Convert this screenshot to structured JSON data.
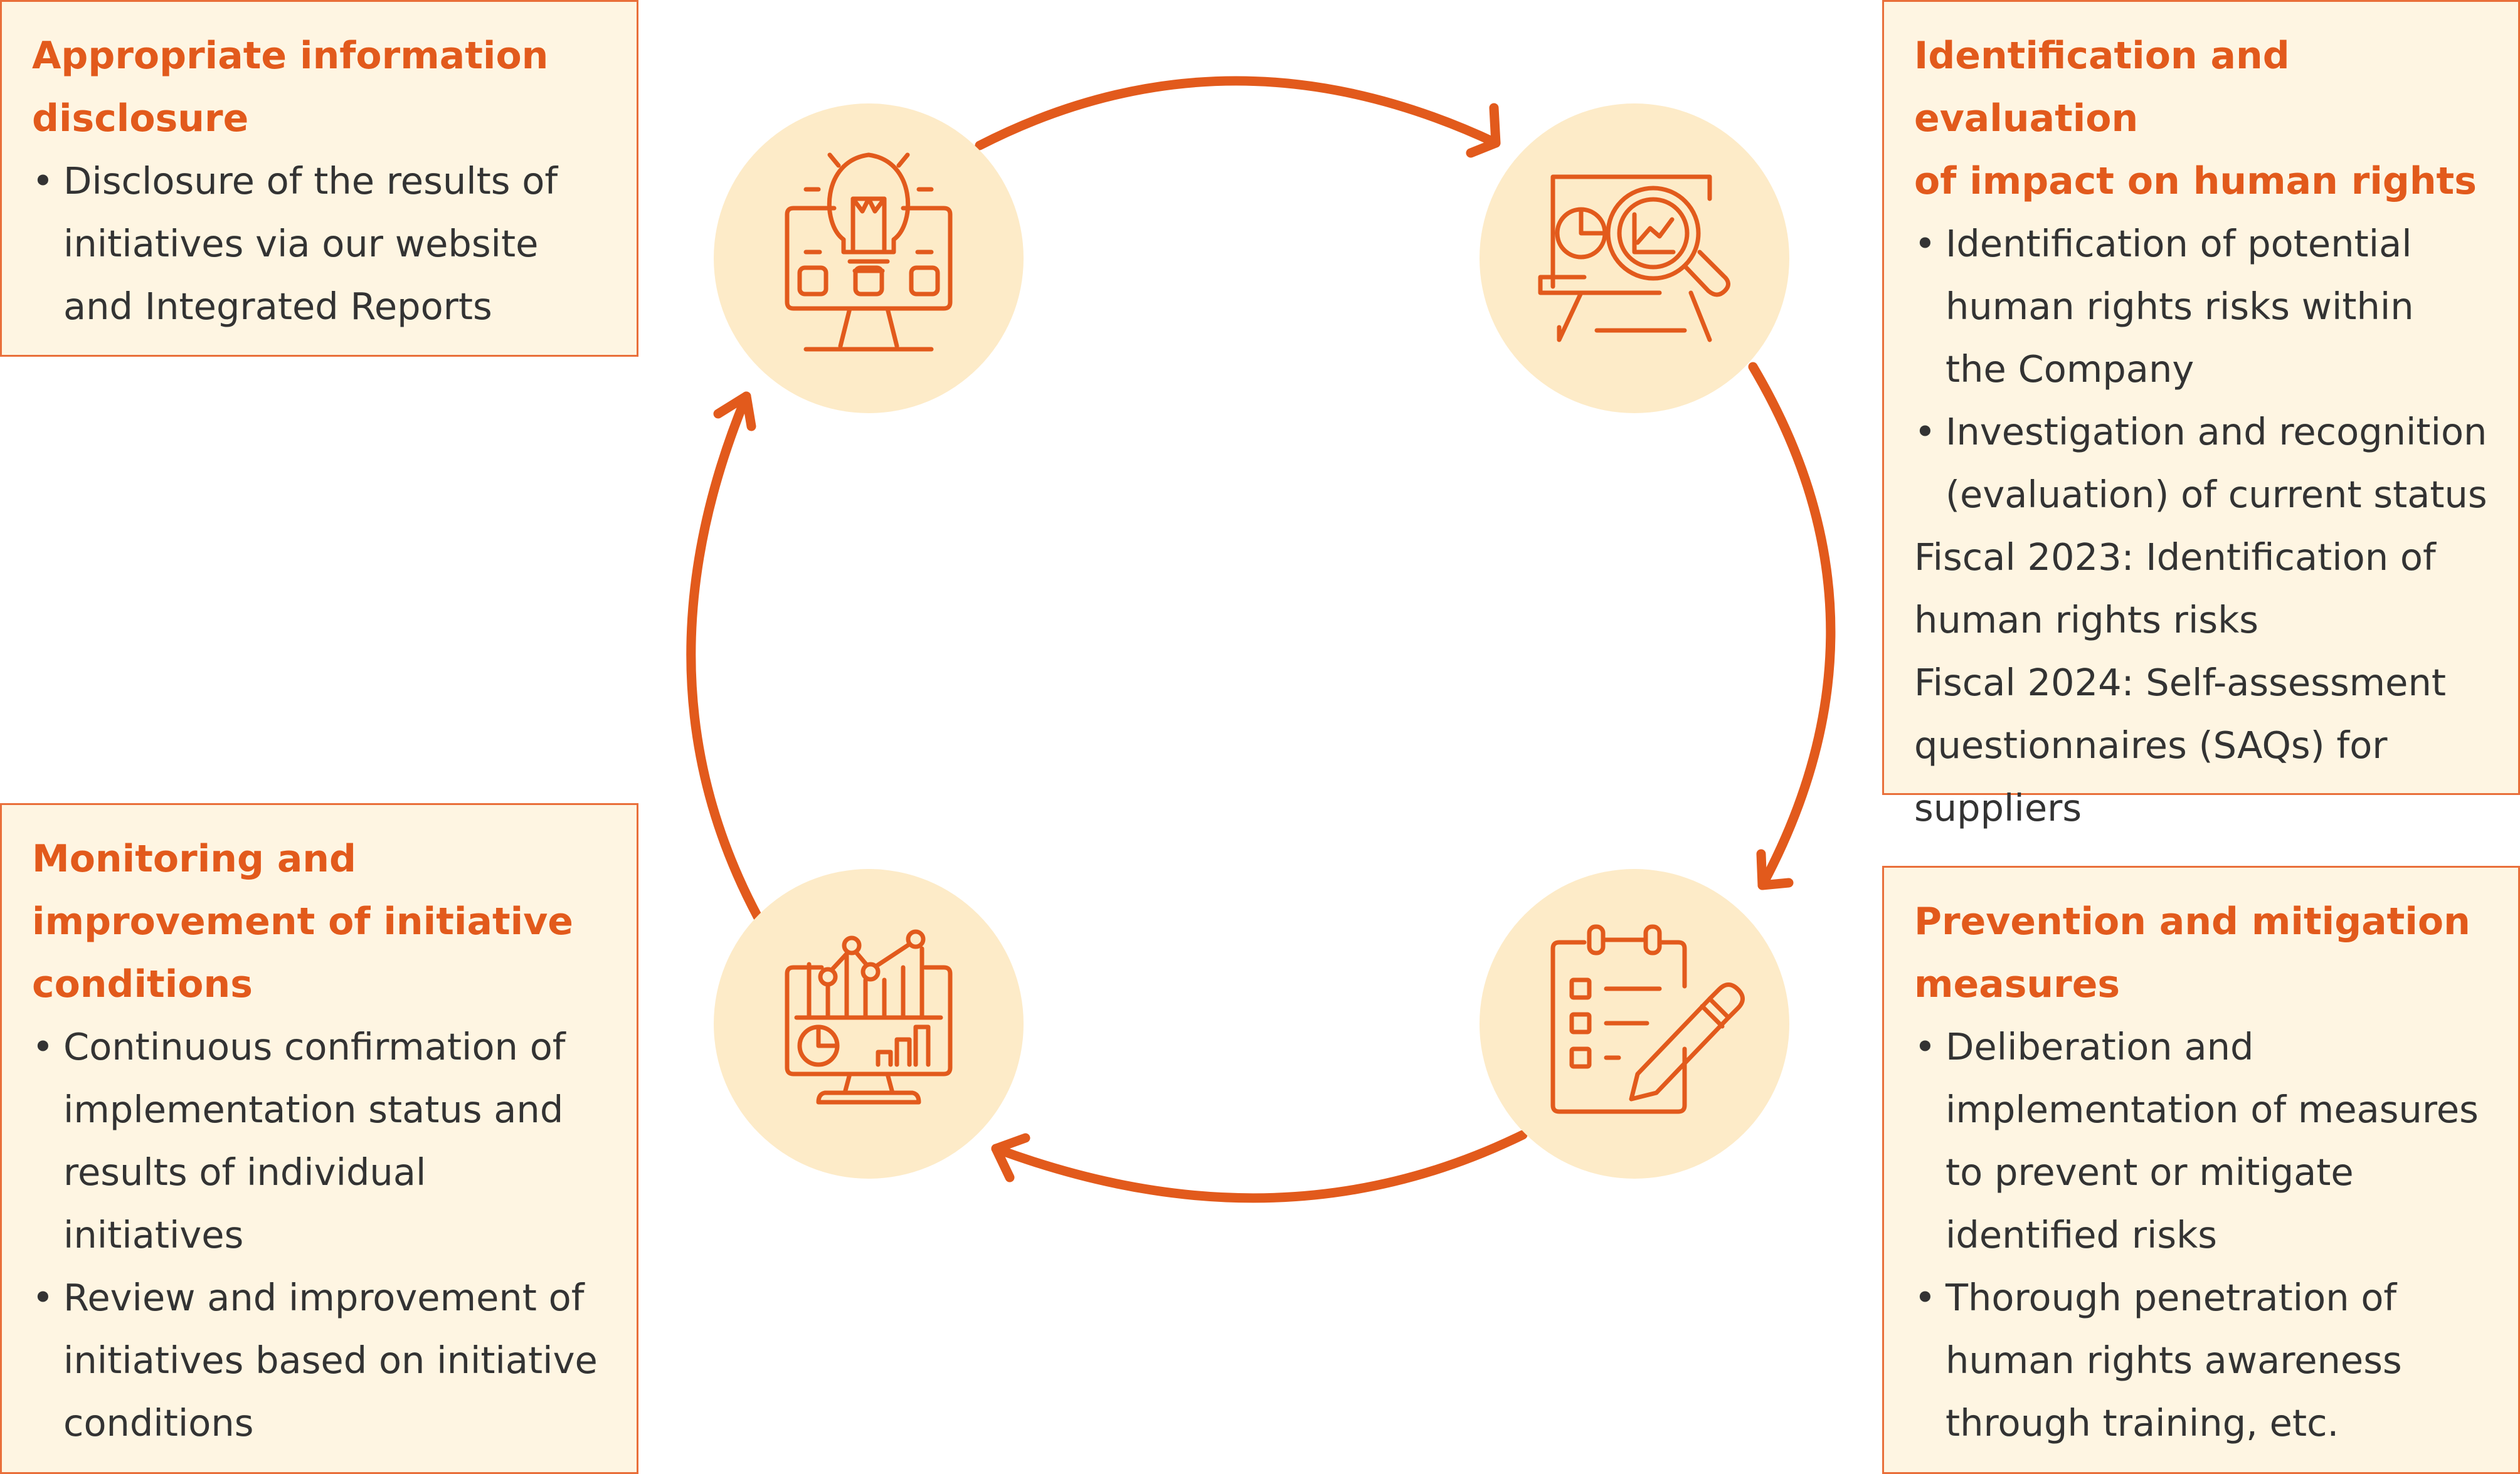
{
  "stages": {
    "disclosure": {
      "title_lines": [
        "Appropriate information",
        "disclosure"
      ],
      "bullets": [
        [
          "Disclosure of the results of",
          "initiatives via our website",
          "and Integrated Reports"
        ]
      ]
    },
    "identification": {
      "title_lines": [
        "Identification and evaluation",
        "of impact on human rights"
      ],
      "bullets": [
        [
          "Identification of potential",
          "human rights risks within",
          "the Company"
        ],
        [
          "Investigation and recognition",
          "(evaluation) of current status"
        ]
      ],
      "notes": [
        "Fiscal 2023: Identification of",
        "human rights risks",
        "Fiscal 2024: Self-assessment",
        "questionnaires (SAQs) for",
        "suppliers"
      ]
    },
    "monitoring": {
      "title_lines": [
        "Monitoring and",
        "improvement of initiative",
        "conditions"
      ],
      "bullets": [
        [
          "Continuous confirmation of",
          "implementation status and",
          "results of individual",
          "initiatives"
        ],
        [
          "Review and improvement of",
          "initiatives based on initiative",
          "conditions"
        ]
      ]
    },
    "prevention": {
      "title_lines": [
        "Prevention and mitigation",
        "measures"
      ],
      "bullets": [
        [
          "Deliberation and",
          "implementation of measures",
          "to prevent or mitigate",
          "identified risks"
        ],
        [
          "Thorough penetration of",
          "human rights awareness",
          "through training, etc."
        ]
      ]
    }
  },
  "icons": {
    "disclosure": "lightbulb-monitor-icon",
    "identification": "presentation-magnifier-icon",
    "prevention": "checklist-pen-icon",
    "monitoring": "analytics-monitor-icon"
  },
  "colors": {
    "accent": "#e25a1c",
    "box_fill": "#fef5e2",
    "box_border": "#e96f3a",
    "icon_circle": "#fdebc8",
    "text": "#333333"
  }
}
